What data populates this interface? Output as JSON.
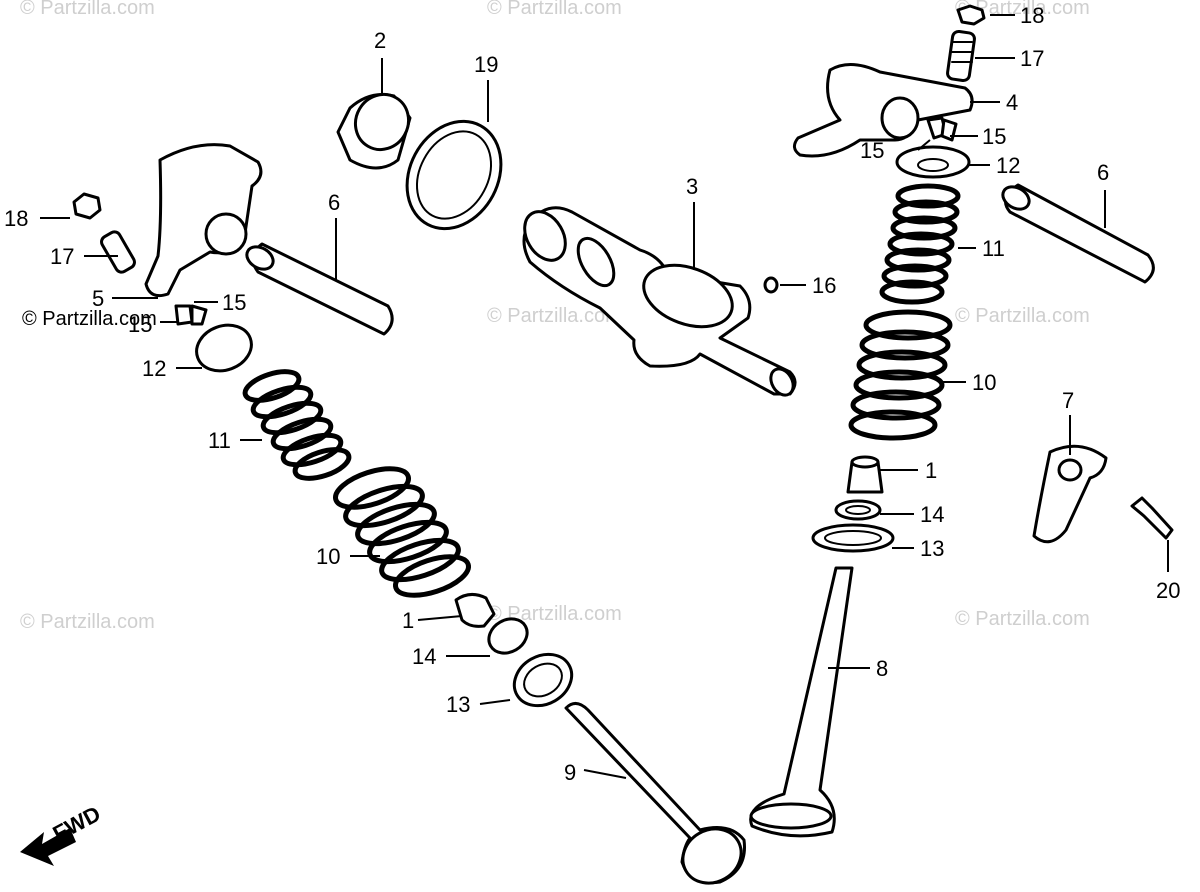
{
  "watermark": "© Partzilla.com",
  "fwd_label": "FWD",
  "callouts": {
    "c1": "18",
    "c2": "17",
    "c3": "4",
    "c4": "15",
    "c5": "15",
    "c6": "12",
    "c7": "6",
    "c8": "11",
    "c9": "10",
    "c10": "1",
    "c11": "14",
    "c12": "13",
    "c13": "8",
    "c14": "7",
    "c15": "20",
    "c16": "2",
    "c17": "19",
    "c18": "3",
    "c19": "16",
    "c20": "18",
    "c21": "17",
    "c22": "5",
    "c23": "15",
    "c24": "15",
    "c25": "12",
    "c26": "6",
    "c27": "11",
    "c28": "10",
    "c29": "1",
    "c30": "14",
    "c31": "13",
    "c32": "9"
  }
}
